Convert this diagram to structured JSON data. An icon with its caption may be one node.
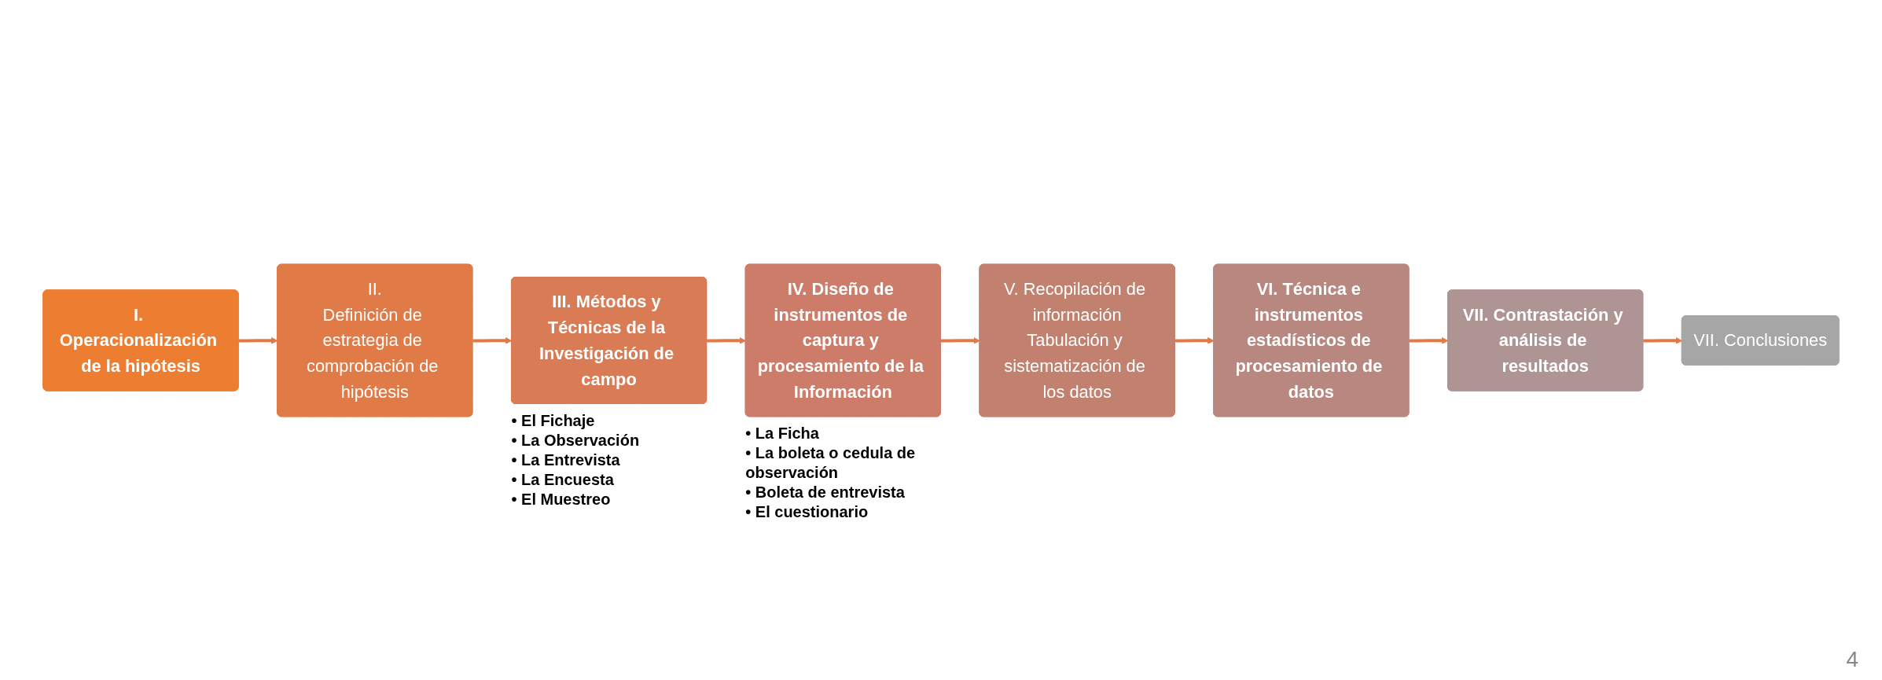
{
  "diagram": {
    "nodes": [
      {
        "text": [
          "I. Operacionalización de la hipótesis"
        ]
      },
      {
        "text": [
          "II.",
          "Definición de estrategia de comprobación de hipótesis"
        ]
      },
      {
        "text": [
          "III. Métodos y Técnicas de la Investigación de campo"
        ],
        "beside": [
          "• El Fichaje",
          "• La Observación",
          "• La Entrevista",
          "• La Encuesta",
          "• El Muestreo"
        ]
      },
      {
        "text": [
          "IV. Diseño de instrumentos de captura y procesamiento de la Información"
        ],
        "beside": [
          "• La Ficha",
          "• La boleta o cedula de observación",
          "• Boleta de entrevista",
          "• El cuestionario"
        ]
      },
      {
        "text": [
          "V. Recopilación de información",
          "Tabulación y sistematización de los datos"
        ]
      },
      {
        "text": [
          "VI. Técnica e instrumentos estadísticos de procesamiento de datos"
        ]
      },
      {
        "text": [
          "VII. Contrastación y análisis de resultados"
        ]
      },
      {
        "text": [
          "VII. Conclusiones"
        ]
      }
    ],
    "edges": [
      {
        "from": 0,
        "to": 1,
        "arrow": "to"
      },
      {
        "from": 1,
        "to": 2,
        "arrow": "to"
      },
      {
        "from": 2,
        "to": 3,
        "arrow": "to"
      },
      {
        "from": 3,
        "to": 4,
        "arrow": "to"
      },
      {
        "from": 4,
        "to": 5,
        "arrow": "to"
      },
      {
        "from": 5,
        "to": 6,
        "arrow": "to"
      },
      {
        "from": 6,
        "to": 7,
        "arrow": "to"
      }
    ],
    "labels": [
      "4"
    ]
  }
}
